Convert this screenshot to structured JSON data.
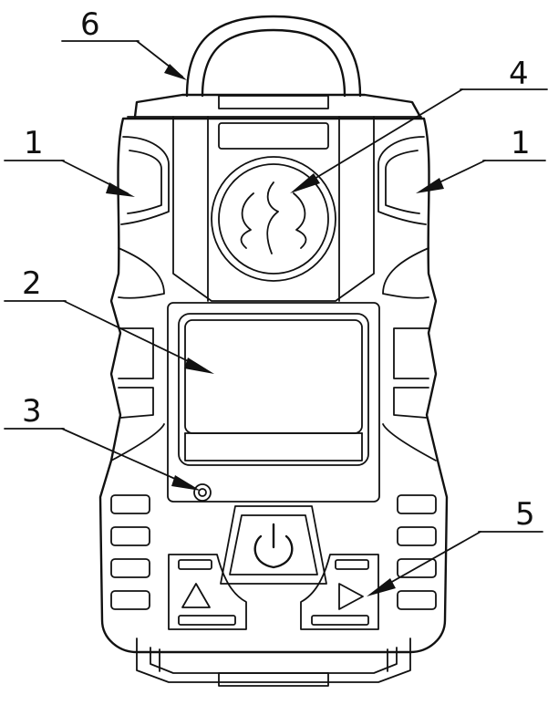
{
  "labels": {
    "l1_left": "1",
    "l1_right": "1",
    "l2": "2",
    "l3": "3",
    "l4": "4",
    "l5": "5",
    "l6": "6"
  },
  "colors": {
    "line": "#111111",
    "background": "#ffffff"
  },
  "icons": {
    "power": "power-icon",
    "up": "up-triangle-icon",
    "right": "right-triangle-icon",
    "logo": "flame-logo-icon"
  }
}
